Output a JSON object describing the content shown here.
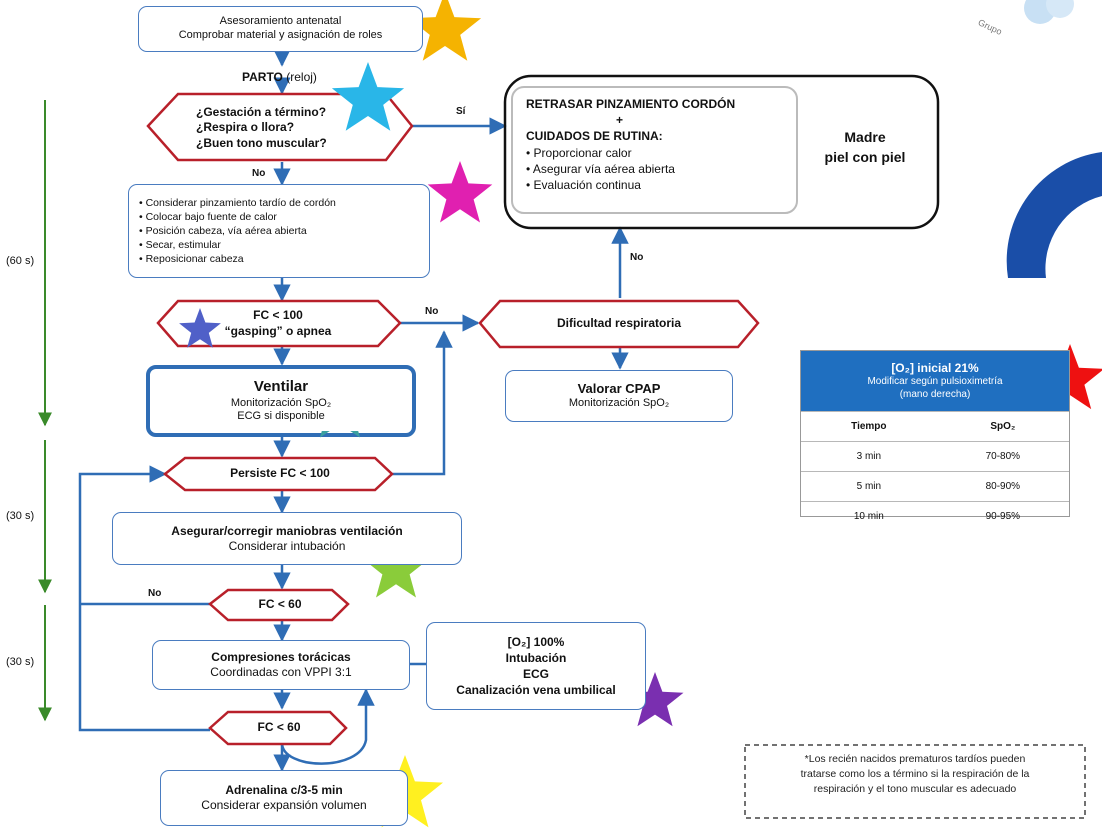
{
  "antenatal": {
    "line1": "Asesoramiento antenatal",
    "line2": "Comprobar material y asignación de roles"
  },
  "parto": {
    "bold": "PARTO",
    "rest": " (reloj)"
  },
  "q1": {
    "line1": "¿Gestación a término?",
    "line2": "¿Respira o llora?",
    "line3": "¿Buen tono muscular?"
  },
  "labels": {
    "si": "Sí",
    "no_q1": "No",
    "no_fc100": "No",
    "no_cpap": "No",
    "no_fc60": "No"
  },
  "routine": {
    "line1": "RETRASAR PINZAMIENTO CORDÓN",
    "plus": "+",
    "line2": "CUIDADOS DE RUTINA:",
    "items": [
      "• Proporcionar calor",
      "• Asegurar vía aérea abierta",
      "• Evaluación continua"
    ],
    "side1": "Madre",
    "side2": "piel con piel"
  },
  "initial_steps": [
    "• Considerar pinzamiento tardío de cordón",
    "• Colocar bajo fuente de calor",
    "• Posición cabeza, vía aérea abierta",
    "• Secar, estimular",
    "• Reposicionar cabeza"
  ],
  "timing": {
    "t1": "(60 s)",
    "t2": "(30 s)",
    "t3": "(30 s)"
  },
  "fc100": {
    "line1": "FC < 100",
    "line2": "“gasping” o apnea"
  },
  "dificultad": "Dificultad respiratoria",
  "ventilar": {
    "title": "Ventilar",
    "line2": "Monitorización SpO₂",
    "line3": "ECG si disponible"
  },
  "cpap": {
    "title": "Valorar CPAP",
    "line2": "Monitorización SpO₂"
  },
  "persiste": "Persiste FC < 100",
  "asegurar": {
    "line1": "Asegurar/corregir maniobras ventilación",
    "line2": "Considerar intubación"
  },
  "fc60a": "FC < 60",
  "compresiones": {
    "line1": "Compresiones torácicas",
    "line2": "Coordinadas con VPPI 3:1"
  },
  "o2box": {
    "line1": "[O₂] 100%",
    "line2": "Intubación",
    "line3": "ECG",
    "line4": "Canalización vena umbilical"
  },
  "fc60b": "FC < 60",
  "adrenalina": {
    "line1": "Adrenalina c/3-5 min",
    "line2": "Considerar expansión volumen"
  },
  "o2table": {
    "header1": "[O₂] inicial 21%",
    "header2": "Modificar según pulsioximetría",
    "header3": "(mano derecha)",
    "col1": "Tiempo",
    "col2": "SpO₂",
    "rows": [
      {
        "t": "3 min",
        "v": "70-80%"
      },
      {
        "t": "5 min",
        "v": "80-90%"
      },
      {
        "t": "10 min",
        "v": "90-95%"
      }
    ]
  },
  "note": {
    "line1": "*Los recién nacidos prematuros tardíos pueden",
    "line2": "tratarse como los a término si la respiración de la",
    "line3": "respiración y el tono muscular es adecuado"
  },
  "logo_text": "Grupo",
  "colors": {
    "hex_border": "#b8202a",
    "box_border": "#4a7cc0",
    "arrow": "#2f6db5",
    "timeline": "#3a8a2a",
    "table_header": "#1f6fc0"
  },
  "stars": [
    "#f5b301",
    "#29b6e8",
    "#e020b0",
    "#5060c8",
    "#3aa0a0",
    "#8acc3a",
    "#7a2fb0",
    "#fff020",
    "#ee1111"
  ]
}
